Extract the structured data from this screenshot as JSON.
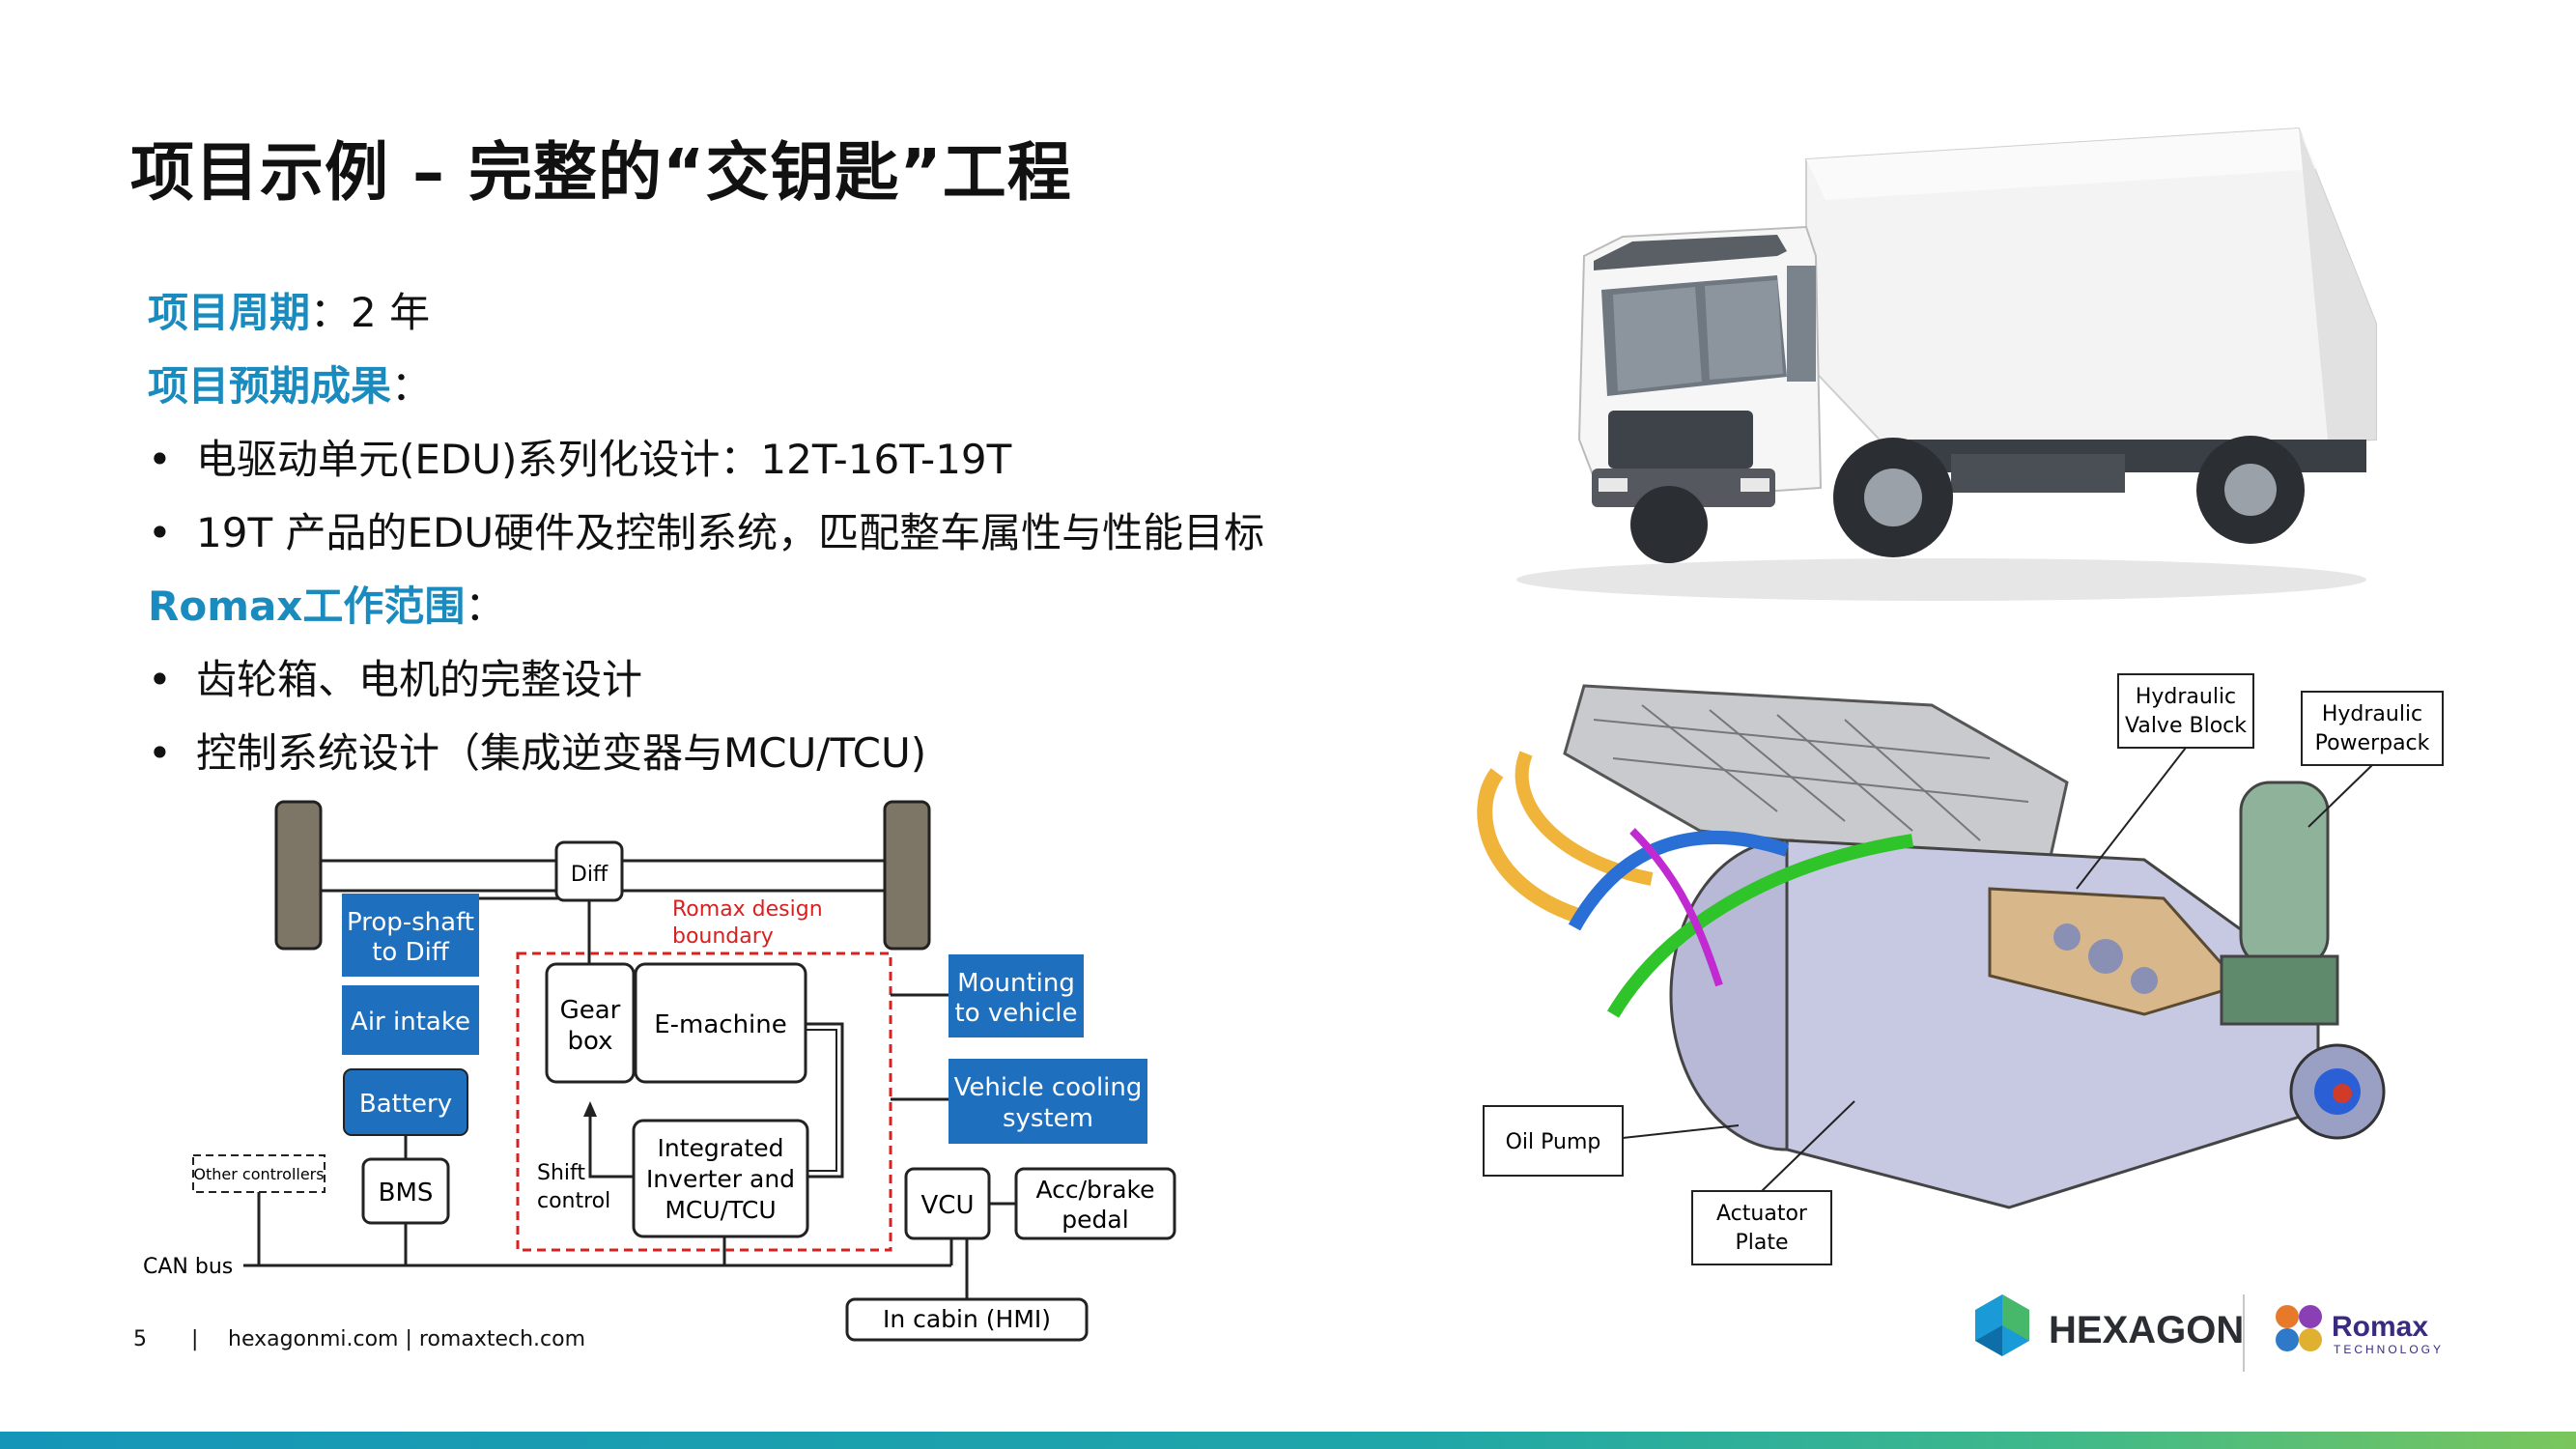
{
  "slide": {
    "title": "项目示例 – 完整的“交钥匙”工程",
    "period_label": "项目周期",
    "period_value": "：2 年",
    "outcome_label": "项目预期成果",
    "outcome_colon": "：",
    "outcomes": [
      "电驱动单元(EDU)系列化设计：12T-16T-19T",
      "19T 产品的EDU硬件及控制系统，匹配整车属性与性能目标"
    ],
    "scope_label": "Romax工作范围",
    "scope_colon": "：",
    "scope": [
      "齿轮箱、电机的完整设计",
      "控制系统设计（集成逆变器与MCU/TCU)"
    ],
    "bullet": "•"
  },
  "diagram": {
    "diff": "Diff",
    "prop_shaft_1": "Prop-shaft",
    "prop_shaft_2": "to Diff",
    "air_intake": "Air intake",
    "battery": "Battery",
    "other_controllers": "Other controllers",
    "bms": "BMS",
    "can_bus": "CAN bus",
    "boundary_1": "Romax design",
    "boundary_2": "boundary",
    "gearbox_1": "Gear",
    "gearbox_2": "box",
    "emachine": "E-machine",
    "shift_1": "Shift",
    "shift_2": "control",
    "inverter_1": "Integrated",
    "inverter_2": "Inverter and",
    "inverter_3": "MCU/TCU",
    "mounting_1": "Mounting",
    "mounting_2": "to vehicle",
    "cooling_1": "Vehicle cooling",
    "cooling_2": "system",
    "vcu": "VCU",
    "pedal_1": "Acc/brake",
    "pedal_2": "pedal",
    "cabin": "In cabin (HMI)"
  },
  "edu_labels": {
    "hvb_1": "Hydraulic",
    "hvb_2": "Valve Block",
    "hpp_1": "Hydraulic",
    "hpp_2": "Powerpack",
    "oil_pump": "Oil Pump",
    "act_1": "Actuator",
    "act_2": "Plate"
  },
  "footer": {
    "page": "5",
    "separator": "|",
    "url": "hexagonmi.com | romaxtech.com"
  },
  "logos": {
    "hexagon": "HEXAGON",
    "romax": "Romax",
    "romax_sub": "TECHNOLOGY"
  },
  "colors": {
    "accent": "#1a8bbf",
    "block_blue": "#1f6fbf",
    "boundary_red": "#d92020"
  }
}
